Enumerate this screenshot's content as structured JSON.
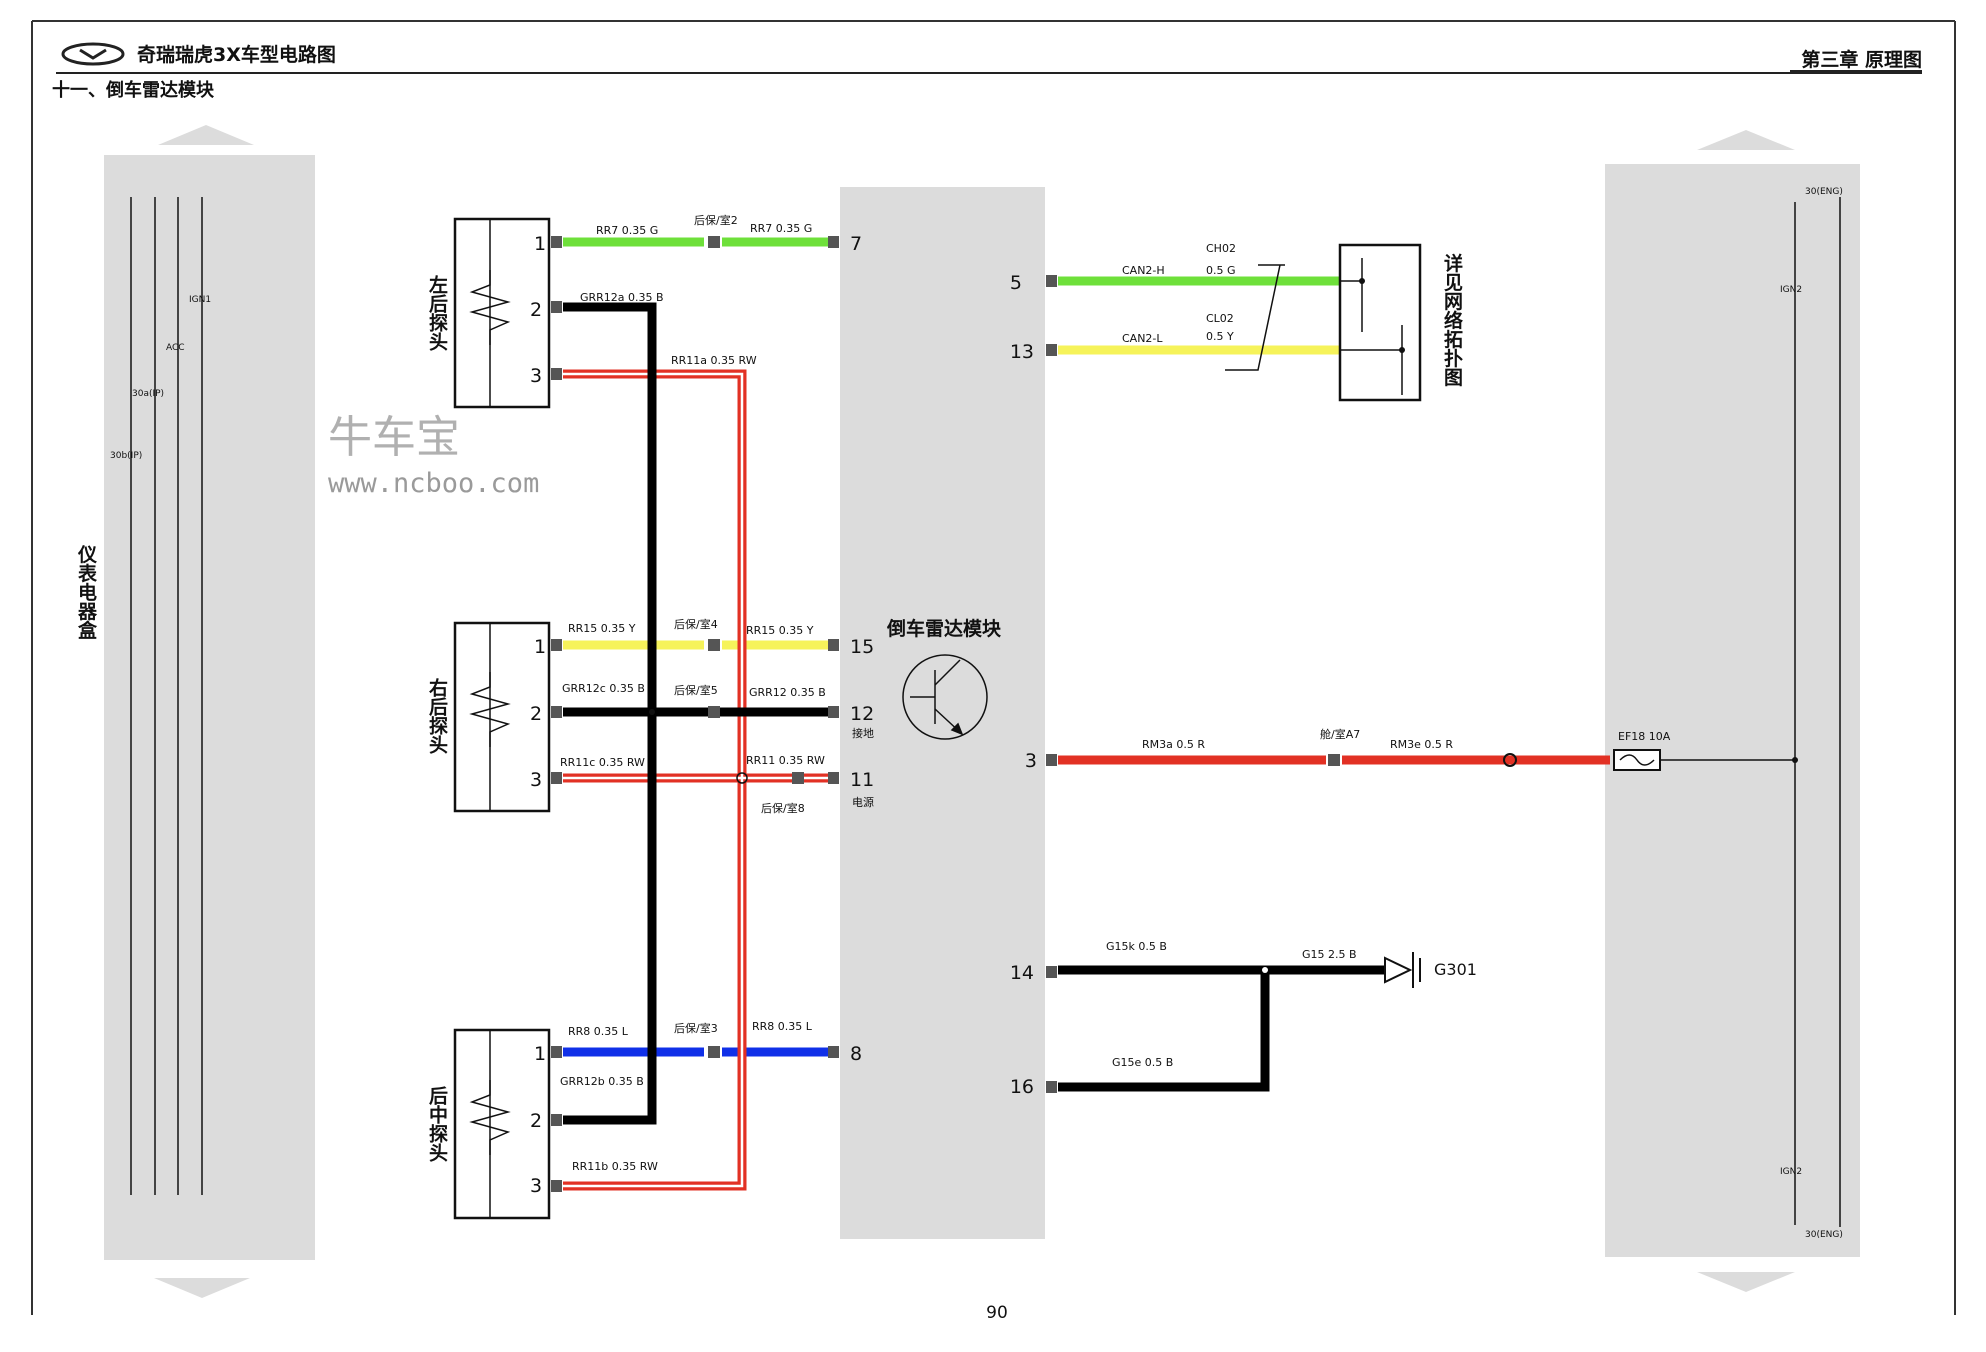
{
  "header": {
    "doc_title": "奇瑞瑞虎3X车型电路图",
    "chapter": "第三章  原理图",
    "section": "十一、倒车雷达模块",
    "page_number": "90"
  },
  "watermark": {
    "cn": "牛车宝",
    "url": "www.ncboo.com"
  },
  "left_box": {
    "label": "仪表电器盒",
    "rails": [
      "IGN1",
      "ACC",
      "30a(IP)",
      "30b(IP)"
    ]
  },
  "right_box": {
    "rails_top": [
      "30(ENG)",
      "IGN2"
    ],
    "rails_bottom": [
      "IGN2",
      "30(ENG)"
    ]
  },
  "sensors": {
    "left_rear": "左后探头",
    "right_rear": "右后探头",
    "rear_middle": "后中探头"
  },
  "module": {
    "name": "倒车雷达模块",
    "ground_note": "接地",
    "power_note": "电源"
  },
  "pins": {
    "s1": "1",
    "s2": "2",
    "s3": "3",
    "m7": "7",
    "m15": "15",
    "m12": "12",
    "m11": "11",
    "m8": "8",
    "m5": "5",
    "m13": "13",
    "m3": "3",
    "m14": "14",
    "m16": "16"
  },
  "wires": {
    "rr7_a": "RR7 0.35 G",
    "rr7_b": "RR7 0.35 G",
    "sp2": "后保/室2",
    "grr12a": "GRR12a 0.35 B",
    "rr11a": "RR11a 0.35 RW",
    "rr15_a": "RR15 0.35 Y",
    "rr15_b": "RR15 0.35 Y",
    "sp4": "后保/室4",
    "grr12c": "GRR12c 0.35 B",
    "grr12": "GRR12 0.35 B",
    "sp5": "后保/室5",
    "rr11c": "RR11c 0.35 RW",
    "rr11": "RR11 0.35 RW",
    "sp8": "后保/室8",
    "rr8_a": "RR8 0.35 L",
    "rr8_b": "RR8 0.35 L",
    "sp3": "后保/室3",
    "grr12b": "GRR12b 0.35 B",
    "rr11b": "RR11b 0.35 RW",
    "can_h": "CAN2-H",
    "ch02": "CH02",
    "ch_spec": "0.5 G",
    "can_l": "CAN2-L",
    "cl02": "CL02",
    "cl_spec": "0.5 Y",
    "rm3a": "RM3a  0.5 R",
    "rm3e": "RM3e  0.5 R",
    "ca7": "舱/室A7",
    "fuse": "EF18  10A",
    "g15k": "G15k   0.5 B",
    "g15e": "G15e   0.5 B",
    "g15": "G15   2.5 B",
    "ground": "G301"
  },
  "network_note": "详见网络拓扑图",
  "colors": {
    "green": "#6ee03a",
    "yellow": "#f6f35a",
    "red": "#e23124",
    "blue": "#1030e8",
    "black": "#000000",
    "panel": "#dcdcdc"
  }
}
